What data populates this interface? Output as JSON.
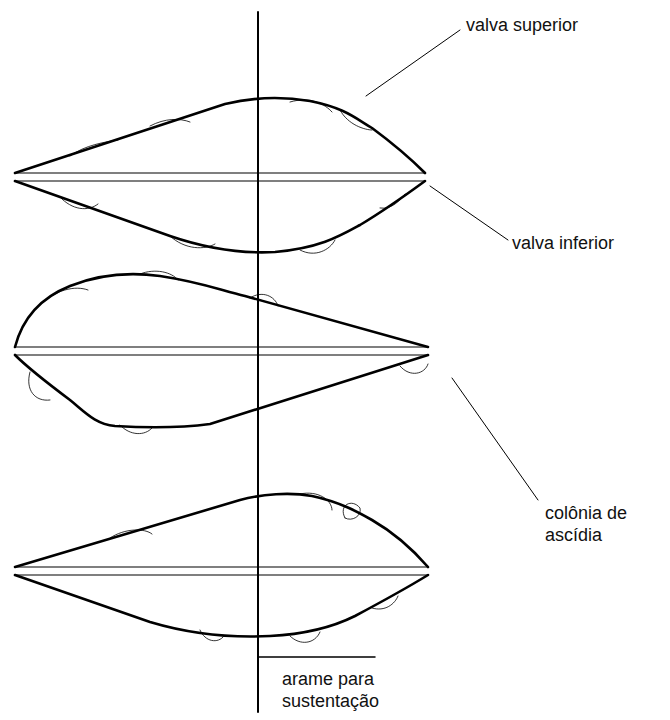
{
  "diagram": {
    "labels": [
      "valva superior",
      "valva inferior",
      "colônia de ascídia",
      "arame para sustentação"
    ]
  }
}
